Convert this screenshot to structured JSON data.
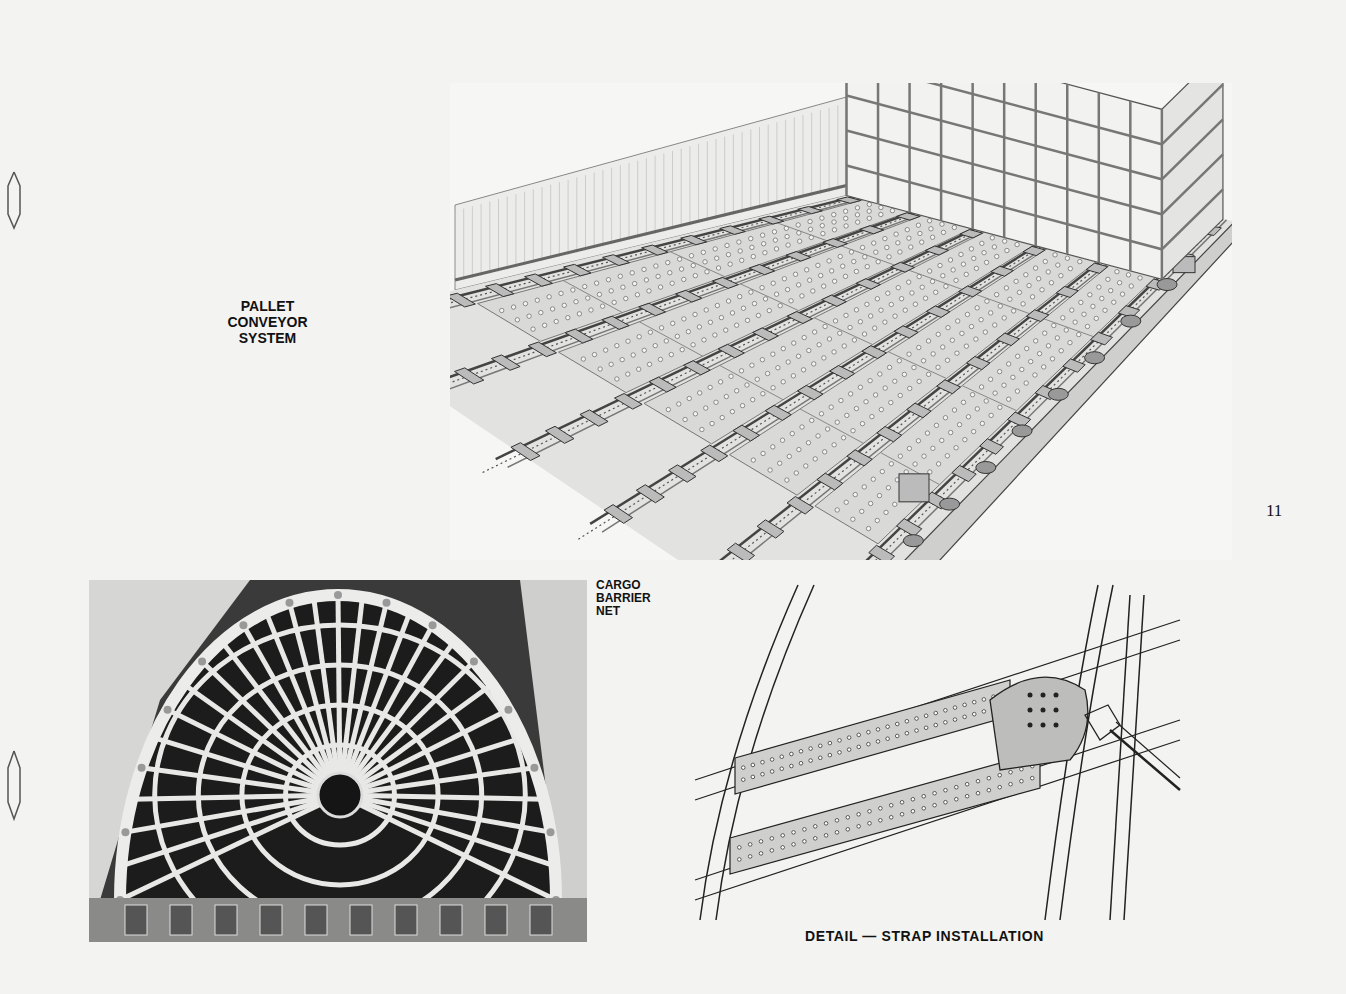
{
  "diagram": {
    "labels": [
      "PALLET CONVEYOR SYSTEM",
      "11",
      "CARGO BARRIER NET",
      "DETAIL — STRAP INSTALLATION"
    ]
  }
}
